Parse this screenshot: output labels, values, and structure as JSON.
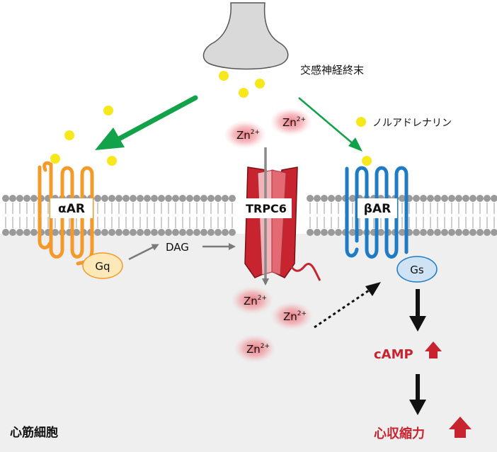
{
  "nerve_terminal_label": "交感神経終末",
  "noradrenaline_label": "ノルアドレナリン",
  "receptors": {
    "alpha": "αAR",
    "beta": "βAR",
    "channel": "TRPC6"
  },
  "g_proteins": {
    "gq": "Gq",
    "gs": "Gs"
  },
  "second_messenger": "DAG",
  "zinc": {
    "symbol": "Zn",
    "charge": "2+"
  },
  "camp_label": "cAMP",
  "contraction_label": "心収縮力",
  "cell_label": "心筋細胞",
  "colors": {
    "alpha_receptor": "#f39a2b",
    "beta_receptor": "#1f7bc4",
    "channel": "#c8242f",
    "channel_light": "#f2b3b8",
    "noradrenaline": "#f7e81c",
    "green_arrow": "#12a34a",
    "red_text": "#c8242f",
    "membrane_head": "#9a9a9a",
    "cytoplasm": "#efefef"
  }
}
